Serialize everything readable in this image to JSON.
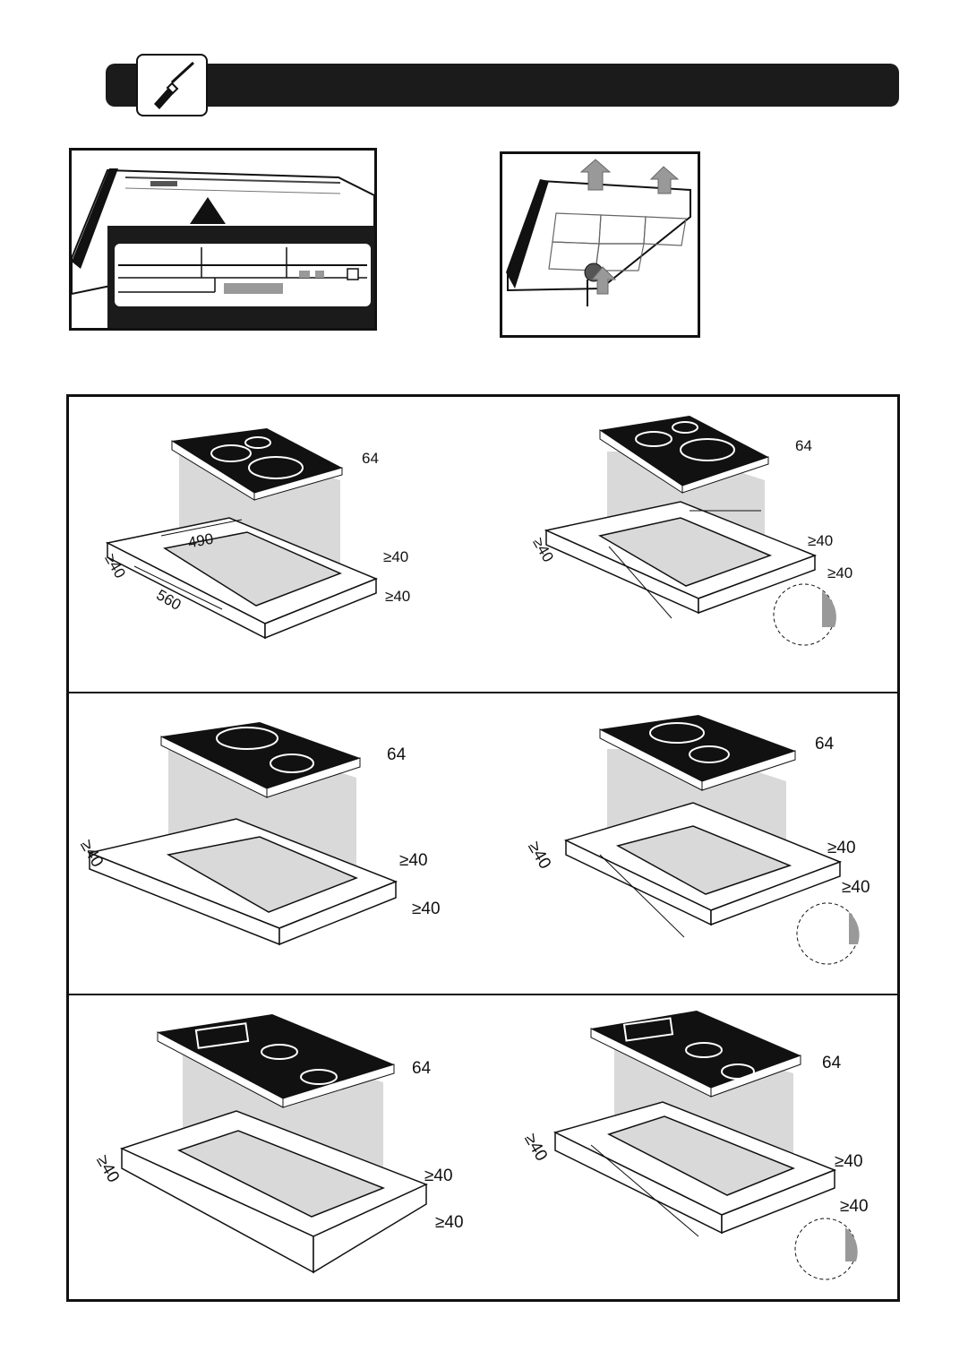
{
  "header": {
    "icon": "screwdriver-icon"
  },
  "figures": {
    "rating_plate": {
      "icon": "rating-plate-label"
    },
    "underside": {
      "icon": "up-arrow-icon"
    }
  },
  "installation": {
    "panels": [
      {
        "id": "two-zone-small-left",
        "height": "64",
        "width": "490",
        "depth": "560",
        "clear_left": "≥40",
        "clear_right": "≥40",
        "clear_back": "≥40"
      },
      {
        "id": "two-zone-small-right",
        "height": "64",
        "clear_left": "≥40",
        "clear_right": "≥40",
        "clear_back": "≥40"
      },
      {
        "id": "two-zone-large-left",
        "height": "64",
        "clear_left": "≥40",
        "clear_right": "≥40",
        "clear_back": "≥40"
      },
      {
        "id": "two-zone-large-right",
        "height": "64",
        "clear_left": "≥40",
        "clear_right": "≥40",
        "clear_back": "≥40"
      },
      {
        "id": "three-zone-left",
        "height": "64",
        "clear_left": "≥40",
        "clear_right": "≥40",
        "clear_back": "≥40"
      },
      {
        "id": "three-zone-right",
        "height": "64",
        "clear_left": "≥40",
        "clear_right": "≥40",
        "clear_back": "≥40"
      }
    ]
  }
}
